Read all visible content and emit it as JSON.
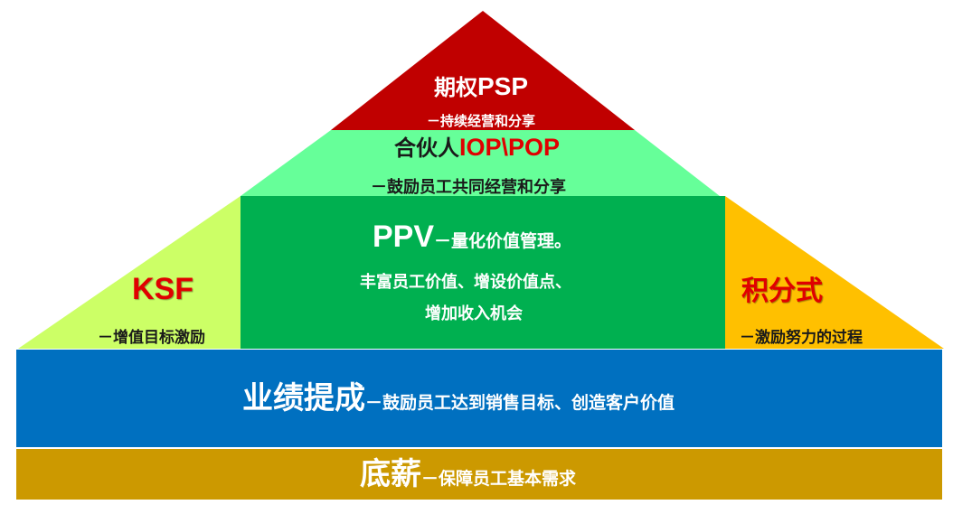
{
  "colors": {
    "psp": "#C00000",
    "partner": "#66FF99",
    "ppv": "#00B050",
    "ksf": "#CCFF66",
    "points": "#FFC000",
    "commission": "#0070C0",
    "base": "#CC9900",
    "accent_red": "#E00000"
  },
  "psp": {
    "prefix": "期权",
    "acronym": "PSP",
    "subtitle": "－持续经营和分享"
  },
  "partner": {
    "prefix": "合伙人",
    "acronym": "IOP\\POP",
    "subtitle": "－鼓励员工共同经营和分享"
  },
  "ppv": {
    "acronym": "PPV",
    "title_suffix": "－量化价值管理。",
    "line1": "丰富员工价值、增设价值点、",
    "line2": "增加收入机会"
  },
  "ksf": {
    "acronym": "KSF",
    "subtitle": "－增值目标激励"
  },
  "points": {
    "title": "积分式",
    "subtitle": "－激励努力的过程"
  },
  "commission": {
    "title": "业绩提成",
    "subtitle": "－鼓励员工达到销售目标、创造客户价值"
  },
  "base": {
    "title": "底薪",
    "subtitle": "－保障员工基本需求"
  }
}
